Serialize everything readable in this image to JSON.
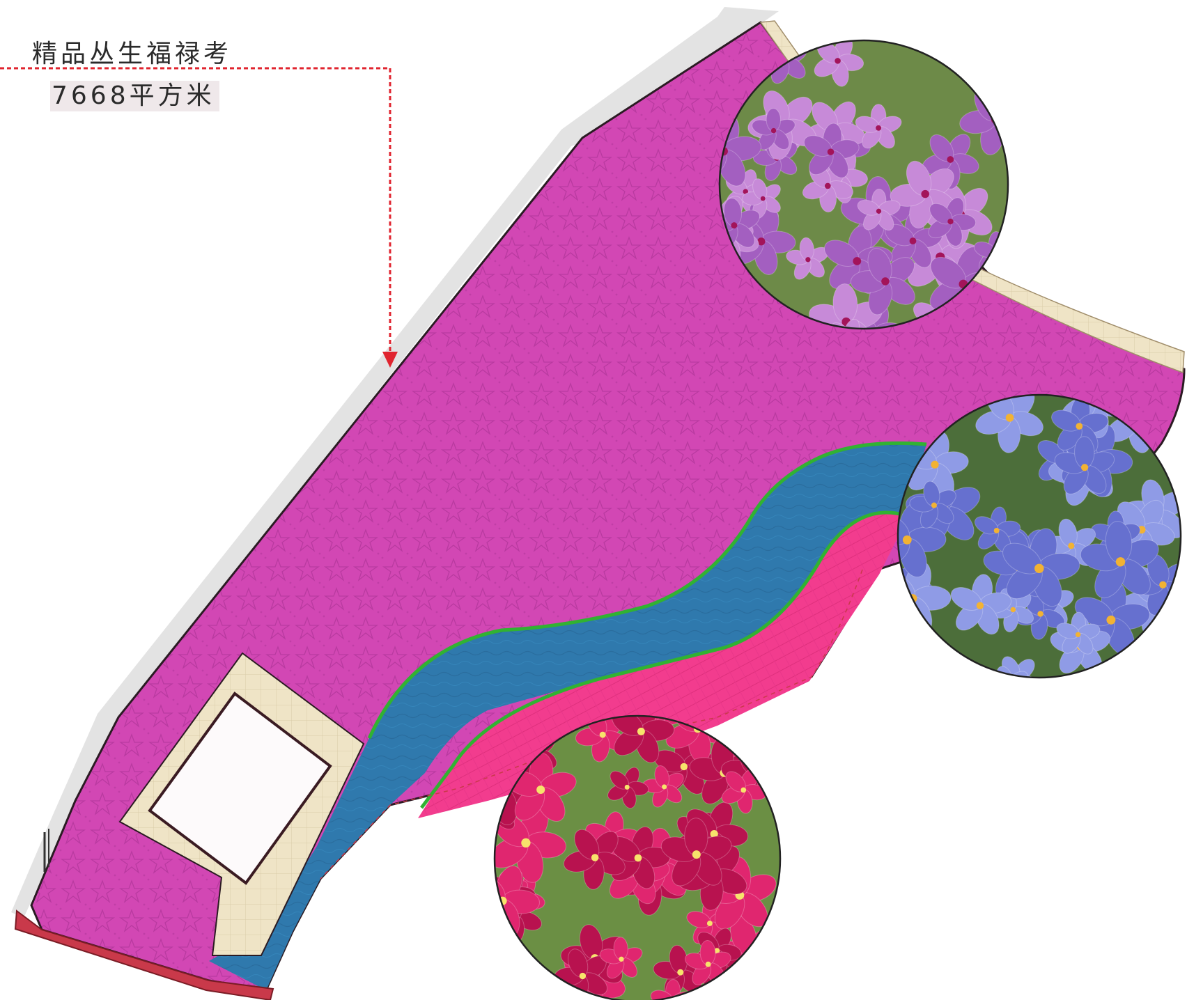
{
  "title": "精品丛生福禄考",
  "area": "7668平方米",
  "colors": {
    "main_bed": "#d247b4",
    "water": "#2f79ad",
    "pink_bed": "#f23c8e",
    "edge_green": "#31b232",
    "paving": "#efe4c6",
    "border_red": "#c9394a",
    "leader_line": "#e0242f"
  },
  "photos": [
    {
      "name": "pink-lilac-phlox-photo",
      "colors": [
        "#c78ad8",
        "#a35fc0",
        "#3f6b2e"
      ]
    },
    {
      "name": "blue-phlox-photo",
      "colors": [
        "#8f9be6",
        "#6670cf",
        "#3e6634"
      ]
    },
    {
      "name": "magenta-phlox-photo",
      "colors": [
        "#e0266f",
        "#b8124f",
        "#5a7f3c"
      ]
    }
  ]
}
